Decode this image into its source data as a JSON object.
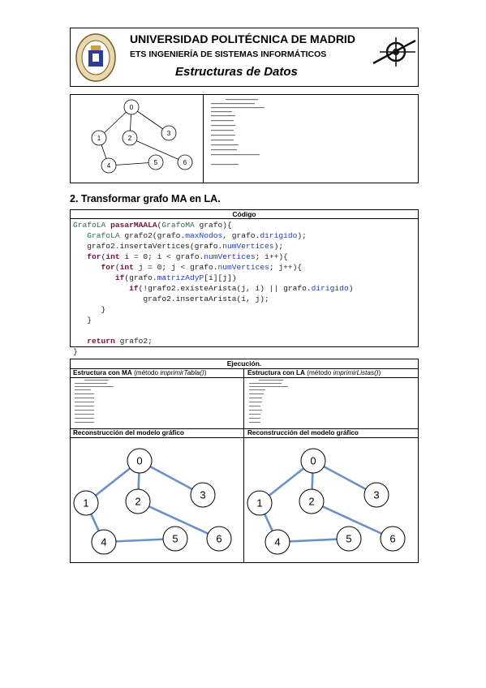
{
  "header": {
    "university": "UNIVERSIDAD POLITÉCNICA DE MADRID",
    "school": "ETS INGENIERÍA DE SISTEMAS INFORMÁTICOS",
    "course": "Estructuras de Datos"
  },
  "section2": {
    "title": "2. Transformar grafo MA en LA."
  },
  "code_box": {
    "header": "Código",
    "lines": [
      [
        {
          "t": "GrafoLA",
          "c": "ty"
        },
        {
          "t": " "
        },
        {
          "t": "pasarMAALA",
          "c": "kw"
        },
        {
          "t": "("
        },
        {
          "t": "GrafoMA",
          "c": "ty"
        },
        {
          "t": " grafo){"
        }
      ],
      [
        {
          "t": "   "
        },
        {
          "t": "GrafoLA",
          "c": "ty"
        },
        {
          "t": " grafo2(grafo."
        },
        {
          "t": "maxNodos",
          "c": "fld"
        },
        {
          "t": ", grafo."
        },
        {
          "t": "dirigido",
          "c": "fld"
        },
        {
          "t": ");"
        }
      ],
      [
        {
          "t": "   grafo2.insertaVertices(grafo."
        },
        {
          "t": "numVertices",
          "c": "fld"
        },
        {
          "t": ");"
        }
      ],
      [
        {
          "t": "   "
        },
        {
          "t": "for",
          "c": "kw"
        },
        {
          "t": "("
        },
        {
          "t": "int",
          "c": "kw"
        },
        {
          "t": " i = 0; i < grafo."
        },
        {
          "t": "numVertices",
          "c": "fld"
        },
        {
          "t": "; i++){"
        }
      ],
      [
        {
          "t": "      "
        },
        {
          "t": "for",
          "c": "kw"
        },
        {
          "t": "("
        },
        {
          "t": "int",
          "c": "kw"
        },
        {
          "t": " j = 0; j < grafo."
        },
        {
          "t": "numVertices",
          "c": "fld"
        },
        {
          "t": "; j++){"
        }
      ],
      [
        {
          "t": "         "
        },
        {
          "t": "if",
          "c": "kw"
        },
        {
          "t": "(grafo."
        },
        {
          "t": "matrizAdyP",
          "c": "fld"
        },
        {
          "t": "[i][j])"
        }
      ],
      [
        {
          "t": "            "
        },
        {
          "t": "if",
          "c": "kw"
        },
        {
          "t": "(!grafo2.existeArista(j, i) || grafo."
        },
        {
          "t": "dirigido",
          "c": "fld"
        },
        {
          "t": ")"
        }
      ],
      [
        {
          "t": "               grafo2.insertaArista(i, j);"
        }
      ],
      [
        {
          "t": "      }"
        }
      ],
      [
        {
          "t": "   }"
        }
      ],
      [
        {
          "t": ""
        }
      ],
      [
        {
          "t": "   "
        },
        {
          "t": "return",
          "c": "kw"
        },
        {
          "t": " grafo2;"
        }
      ],
      [
        {
          "t": "}"
        }
      ]
    ]
  },
  "execution": {
    "title": "Ejecución.",
    "left_header_prefix": "Estructura con MA",
    "left_header_paren_open": " (método ",
    "left_header_method": "imprimirTabla()",
    "left_header_paren_close": ")",
    "right_header_prefix": "Estructura con LA",
    "right_header_paren_open": " (método ",
    "right_header_method": "imprimirListas()",
    "right_header_paren_close": ")",
    "reconstruction_left": "Reconstrucción del modelo gráfico",
    "reconstruction_right": "Reconstrucción del modelo gráfico"
  },
  "graph": {
    "nodes": [
      "0",
      "1",
      "2",
      "3",
      "4",
      "5",
      "6"
    ],
    "edges": [
      [
        "0",
        "1"
      ],
      [
        "0",
        "2"
      ],
      [
        "0",
        "3"
      ],
      [
        "1",
        "4"
      ],
      [
        "4",
        "5"
      ],
      [
        "2",
        "6"
      ]
    ],
    "edge_color": "#6b8fc7"
  }
}
